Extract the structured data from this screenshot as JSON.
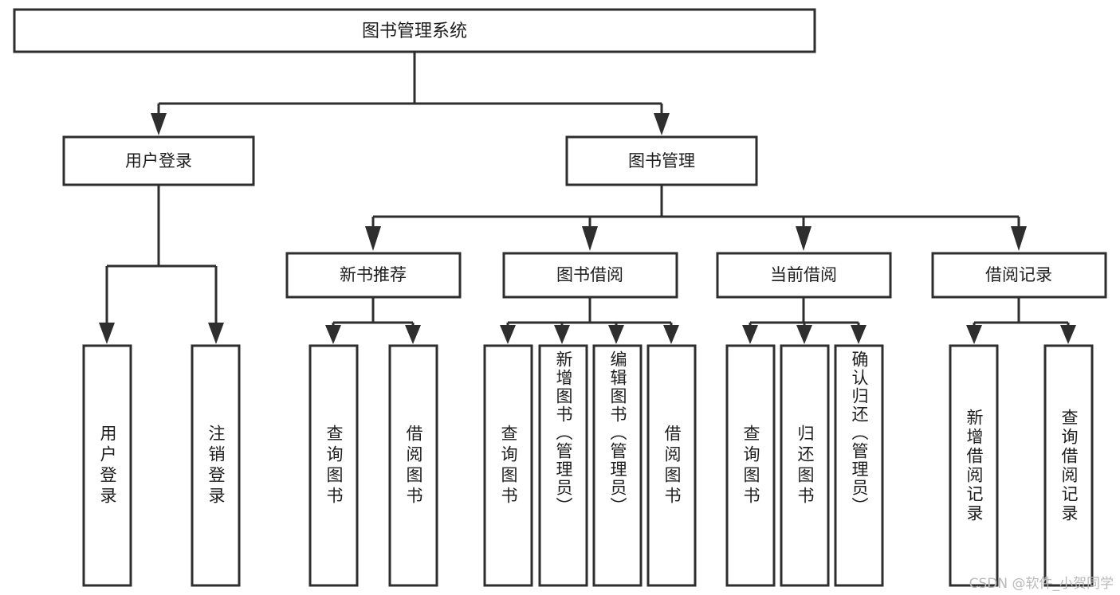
{
  "diagram": {
    "type": "tree-hierarchy",
    "title": "图书管理系统",
    "orientation": "top-down",
    "colors": {
      "stroke": "#2e2e2e",
      "fill": "#ffffff",
      "text": "#1d1d1d",
      "watermark": "#b9b9b9",
      "background": "#ffffff"
    },
    "levels": [
      {
        "level": 1,
        "nodes": [
          {
            "id": "root",
            "label": "图书管理系统",
            "orientation": "horizontal"
          }
        ]
      },
      {
        "level": 2,
        "nodes": [
          {
            "id": "login",
            "label": "用户登录",
            "orientation": "horizontal",
            "parent": "root"
          },
          {
            "id": "bookmgmt",
            "label": "图书管理",
            "orientation": "horizontal",
            "parent": "root"
          }
        ]
      },
      {
        "level": 3,
        "nodes": [
          {
            "id": "newbook",
            "label": "新书推荐",
            "orientation": "horizontal",
            "parent": "bookmgmt"
          },
          {
            "id": "borrow",
            "label": "图书借阅",
            "orientation": "horizontal",
            "parent": "bookmgmt"
          },
          {
            "id": "current",
            "label": "当前借阅",
            "orientation": "horizontal",
            "parent": "bookmgmt"
          },
          {
            "id": "records",
            "label": "借阅记录",
            "orientation": "horizontal",
            "parent": "bookmgmt"
          }
        ]
      },
      {
        "level": 4,
        "nodes": [
          {
            "id": "leaf1",
            "label": "用户登录",
            "orientation": "vertical",
            "parent": "login"
          },
          {
            "id": "leaf2",
            "label": "注销登录",
            "orientation": "vertical",
            "parent": "login"
          },
          {
            "id": "leaf3",
            "label": "查询图书",
            "orientation": "vertical",
            "parent": "newbook"
          },
          {
            "id": "leaf4",
            "label": "借阅图书",
            "orientation": "vertical",
            "parent": "newbook"
          },
          {
            "id": "leaf5",
            "label": "查询图书",
            "orientation": "vertical",
            "parent": "borrow"
          },
          {
            "id": "leaf6",
            "label": "新增图书（管理员）",
            "orientation": "vertical",
            "parent": "borrow"
          },
          {
            "id": "leaf7",
            "label": "编辑图书（管理员）",
            "orientation": "vertical",
            "parent": "borrow"
          },
          {
            "id": "leaf8",
            "label": "借阅图书",
            "orientation": "vertical",
            "parent": "borrow"
          },
          {
            "id": "leaf9",
            "label": "查询图书",
            "orientation": "vertical",
            "parent": "current"
          },
          {
            "id": "leaf10",
            "label": "归还图书",
            "orientation": "vertical",
            "parent": "current"
          },
          {
            "id": "leaf11",
            "label": "确认归还（管理员）",
            "orientation": "vertical",
            "parent": "current"
          },
          {
            "id": "leaf12",
            "label": "新增借阅记录",
            "orientation": "vertical",
            "parent": "records"
          },
          {
            "id": "leaf13",
            "label": "查询借阅记录",
            "orientation": "vertical",
            "parent": "records"
          }
        ]
      }
    ]
  },
  "watermark": {
    "text": "CSDN @软件_小贺同学"
  }
}
